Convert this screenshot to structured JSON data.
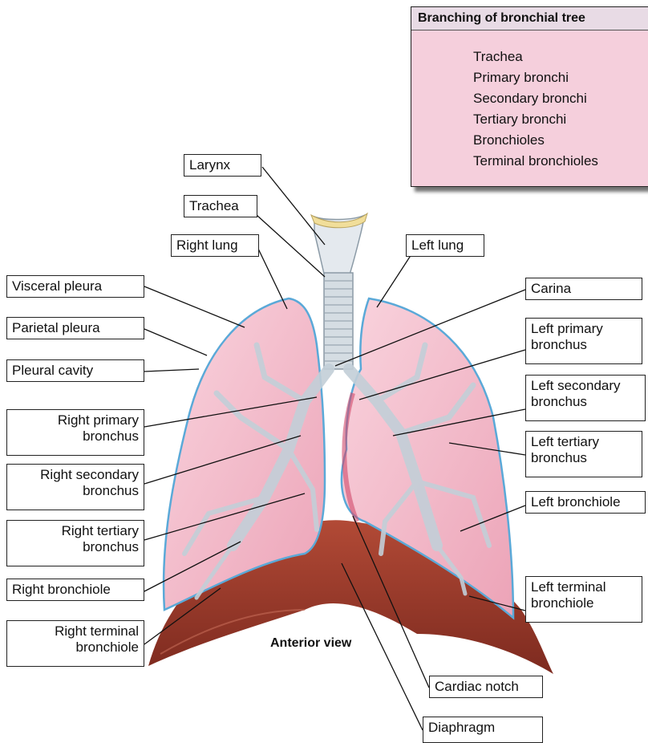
{
  "legend": {
    "title": "Branching of bronchial tree",
    "items": [
      "Trachea",
      "Primary bronchi",
      "Secondary bronchi",
      "Tertiary bronchi",
      "Bronchioles",
      "Terminal bronchioles"
    ]
  },
  "labels": {
    "larynx": "Larynx",
    "trachea": "Trachea",
    "right_lung": "Right lung",
    "left_lung": "Left lung",
    "visceral_pleura": "Visceral pleura",
    "parietal_pleura": "Parietal pleura",
    "pleural_cavity": "Pleural cavity",
    "right_primary_1": "Right primary",
    "right_primary_2": "bronchus",
    "right_secondary_1": "Right secondary",
    "right_secondary_2": "bronchus",
    "right_tertiary_1": "Right tertiary",
    "right_tertiary_2": "bronchus",
    "right_bronchiole": "Right bronchiole",
    "right_terminal_1": "Right terminal",
    "right_terminal_2": "bronchiole",
    "carina": "Carina",
    "left_primary_1": "Left primary",
    "left_primary_2": "bronchus",
    "left_secondary_1": "Left secondary",
    "left_secondary_2": "bronchus",
    "left_tertiary_1": "Left tertiary",
    "left_tertiary_2": "bronchus",
    "left_bronchiole": "Left bronchiole",
    "left_terminal_1": "Left terminal",
    "left_terminal_2": "bronchiole",
    "cardiac_notch": "Cardiac notch",
    "diaphragm": "Diaphragm"
  },
  "caption": "Anterior view",
  "colors": {
    "lung_fill": "#f3bccb",
    "pleura_line": "#5aa9d8",
    "airway": "#c6d3dc",
    "diaphragm": "#9a3b2c",
    "legend_arrow": "#8a2a8f"
  }
}
